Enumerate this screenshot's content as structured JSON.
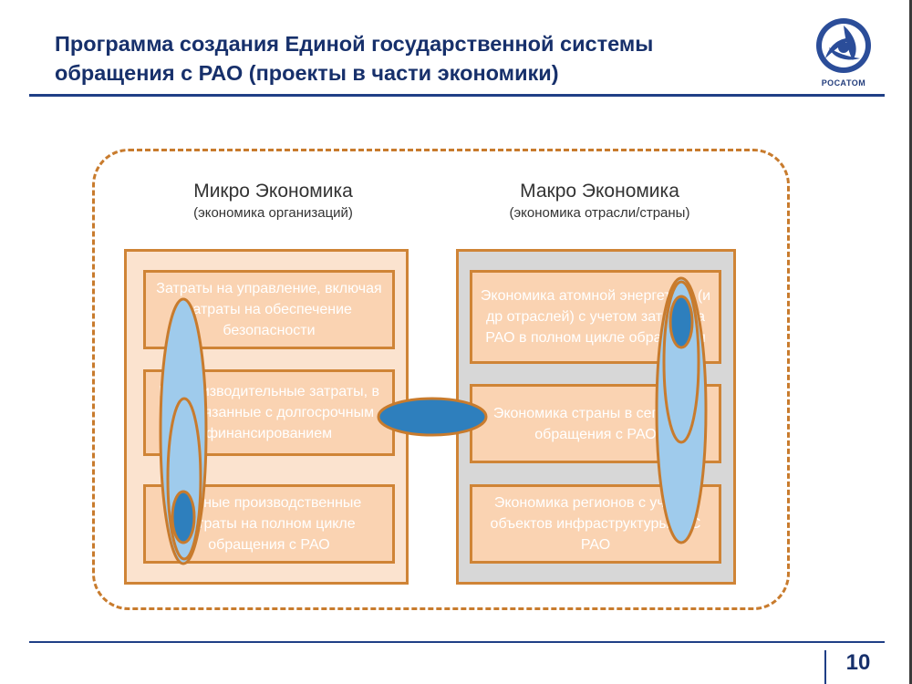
{
  "slide": {
    "title_line1": "Программа создания Единой государственной системы",
    "title_line2": "обращения с РАО (проекты в части экономики)",
    "logo_text": "РОСАТОМ",
    "page_number": "10"
  },
  "micro": {
    "heading": "Микро Экономика",
    "subheading": "(экономика организаций)",
    "boxes": [
      "Затраты на управление, включая затраты на обеспечение безопасности",
      "Непроизводительные затраты, в т.ч. связанные с долгосрочным финансированием",
      "Полные производственные затраты на полном цикле обращения с РАО"
    ]
  },
  "macro": {
    "heading": "Макро Экономика",
    "subheading": "(экономика отрасли/страны)",
    "boxes": [
      "Экономика атомной энергетики (и др отраслей) с учетом затрат на РАО в полном цикле обращения",
      "Экономика страны в сегменте обращения с РАО",
      "Экономика регионов с учетом объектов инфраструктуры ЕГС РАО"
    ]
  },
  "colors": {
    "title": "#17306b",
    "frame_border": "#c87b2d",
    "box_fill": "#fad3b2",
    "ellipse_light": "#9fcbec",
    "ellipse_dark": "#2e7fbd"
  }
}
